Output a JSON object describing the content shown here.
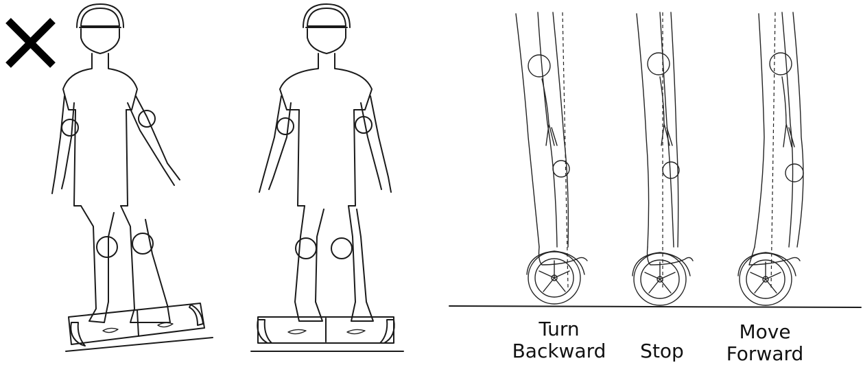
{
  "labels": {
    "turn_backward_line1": "Turn",
    "turn_backward_line2": "Backward",
    "stop": "Stop",
    "move_forward_line1": "Move",
    "move_forward_line2": "Forward"
  },
  "icons": {
    "incorrect_mark": "x-mark-icon"
  },
  "colors": {
    "line": "#1a1a1a",
    "background": "#ffffff"
  }
}
